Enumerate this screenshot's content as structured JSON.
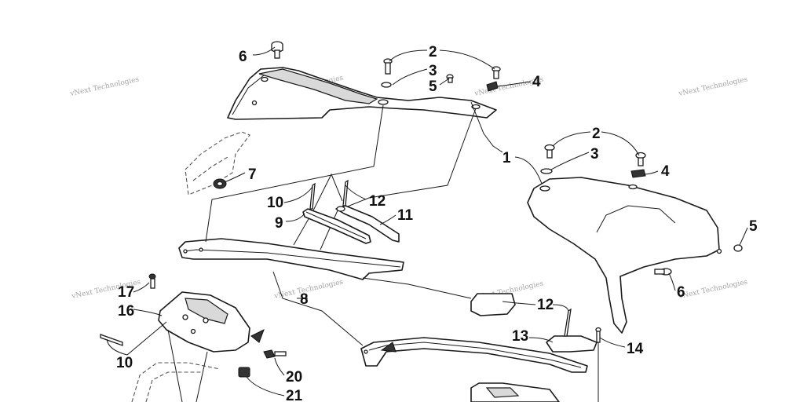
{
  "watermark_text": "vNext Technologies",
  "callouts": [
    {
      "id": "c6a",
      "label": "6"
    },
    {
      "id": "c2a",
      "label": "2"
    },
    {
      "id": "c3a",
      "label": "3"
    },
    {
      "id": "c5a",
      "label": "5"
    },
    {
      "id": "c4a",
      "label": "4"
    },
    {
      "id": "c1",
      "label": "1"
    },
    {
      "id": "c2b",
      "label": "2"
    },
    {
      "id": "c3b",
      "label": "3"
    },
    {
      "id": "c4b",
      "label": "4"
    },
    {
      "id": "c5b",
      "label": "5"
    },
    {
      "id": "c6b",
      "label": "6"
    },
    {
      "id": "c7",
      "label": "7"
    },
    {
      "id": "c10a",
      "label": "10"
    },
    {
      "id": "c9",
      "label": "9"
    },
    {
      "id": "c12a",
      "label": "12"
    },
    {
      "id": "c11",
      "label": "11"
    },
    {
      "id": "c8",
      "label": "8"
    },
    {
      "id": "c12b",
      "label": "12"
    },
    {
      "id": "c13",
      "label": "13"
    },
    {
      "id": "c14",
      "label": "14"
    },
    {
      "id": "c17",
      "label": "17"
    },
    {
      "id": "c16",
      "label": "16"
    },
    {
      "id": "c10b",
      "label": "10"
    },
    {
      "id": "c20",
      "label": "20"
    },
    {
      "id": "c21",
      "label": "21"
    }
  ]
}
